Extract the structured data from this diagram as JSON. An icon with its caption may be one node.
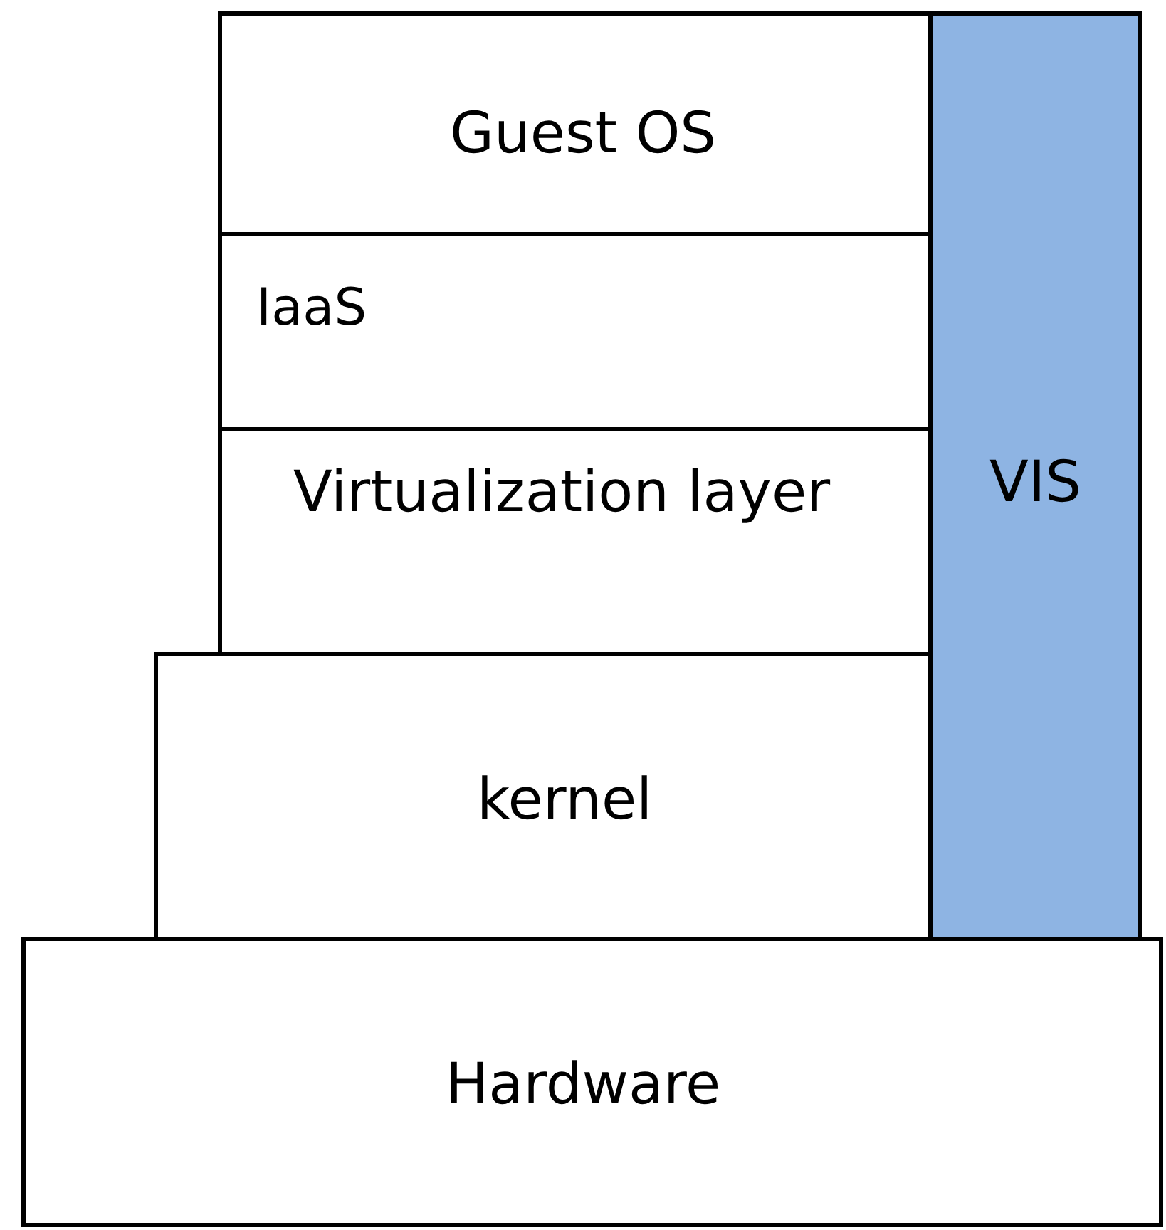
{
  "diagram": {
    "nodes": [
      {
        "text": [
          "Guest OS"
        ]
      },
      {
        "text": [
          "IaaS"
        ]
      },
      {
        "text": [
          "Virtualization layer"
        ]
      },
      {
        "text": [
          "kernel"
        ]
      },
      {
        "text": [
          "Hardware"
        ]
      },
      {
        "text": [
          "VIS"
        ]
      }
    ]
  }
}
